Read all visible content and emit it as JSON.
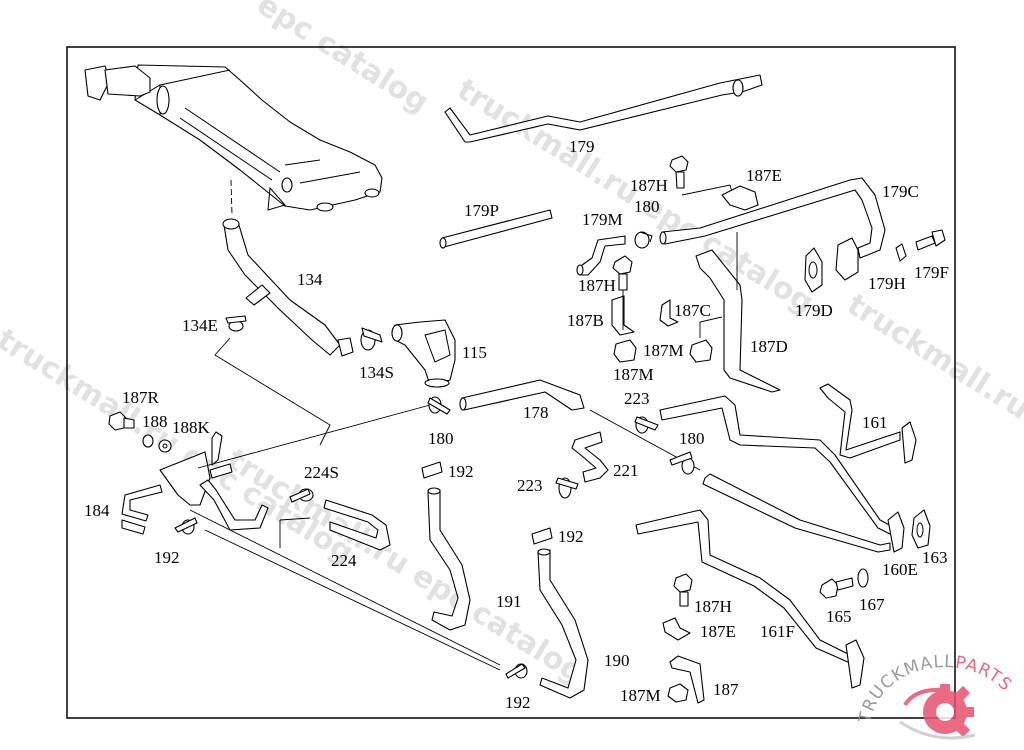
{
  "diagram": {
    "type": "exploded parts diagram",
    "subject": "Heater / coolant pipe and hose assembly"
  },
  "watermarks": [
    "epc catalog",
    "truckmall.ru epc catalog",
    "truckmall.ru epc catalog",
    "truckmall.ru epc catalog",
    "truckmall.ru epc catalog"
  ],
  "logo": {
    "text_primary": "TRUCKMALL",
    "text_accent": "PARTS",
    "accent_color": "#e8506e",
    "gear_color": "#e8506e"
  },
  "labels": {
    "p179": "179",
    "p179p": "179P",
    "p179m": "179M",
    "p180a": "180",
    "p187h_top": "187H",
    "p187e_top": "187E",
    "p179c": "179C",
    "p179d": "179D",
    "p179h": "179H",
    "p179f": "179F",
    "p187h_mid": "187H",
    "p187b": "187B",
    "p187c": "187C",
    "p187m_mid1": "187M",
    "p187m_mid2": "187M",
    "p187d": "187D",
    "p134": "134",
    "p134e": "134E",
    "p134s": "134S",
    "p115": "115",
    "p187r": "187R",
    "p188": "188",
    "p188k": "188K",
    "p180b": "180",
    "p178": "178",
    "p223a": "223",
    "p180c": "180",
    "p161": "161",
    "p224s": "224S",
    "p192a": "192",
    "p223b": "223",
    "p221": "221",
    "p184": "184",
    "p192b": "192",
    "p224": "224",
    "p192c": "192",
    "p163": "163",
    "p160e": "160E",
    "p165": "165",
    "p167": "167",
    "p191": "191",
    "p187h_low": "187H",
    "p187e_low": "187E",
    "p161f": "161F",
    "p190": "190",
    "p187m_low": "187M",
    "p187": "187",
    "p192d": "192"
  }
}
